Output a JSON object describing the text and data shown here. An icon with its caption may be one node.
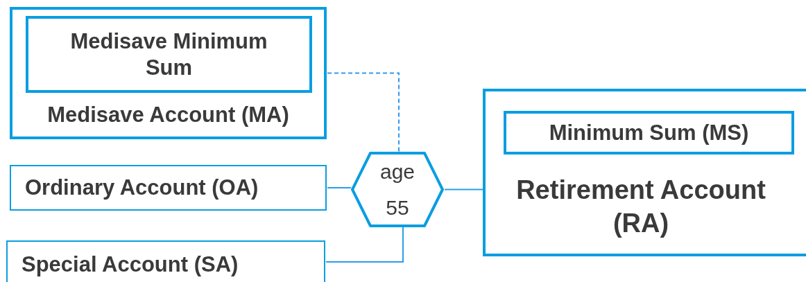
{
  "diagram": {
    "nodes": [
      {
        "text": [
          "Medisave Account (MA)"
        ]
      },
      {
        "text": [
          "Medisave Minimum Sum"
        ],
        "in": 0
      },
      {
        "text": [
          "Ordinary Account (OA)"
        ]
      },
      {
        "text": [
          "Special Account (SA)"
        ]
      },
      {
        "text": [
          "age 55"
        ]
      },
      {
        "text": [
          "Retirement Account (RA)"
        ]
      },
      {
        "text": [
          "Minimum Sum (MS)"
        ],
        "in": 5
      }
    ],
    "edges": [
      {
        "from": 0,
        "to": 4,
        "arrow": "none",
        "style": "dashed",
        "color": "#3399f0"
      },
      {
        "from": 2,
        "to": 4,
        "arrow": "none"
      },
      {
        "from": 3,
        "to": 4,
        "arrow": "none"
      },
      {
        "from": 4,
        "to": 5,
        "arrow": "none"
      }
    ]
  }
}
